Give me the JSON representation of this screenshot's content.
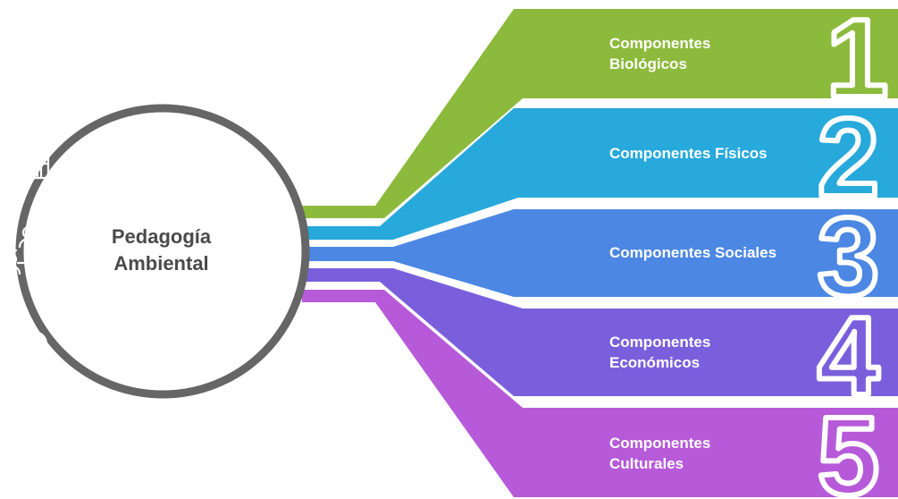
{
  "center": {
    "line1": "Pedagogía",
    "line2": "Ambiental"
  },
  "items": [
    {
      "number": "1",
      "line1": "Componentes",
      "line2": "Biológicos",
      "color": "#8cba3c",
      "icon": "drop-virus-icon"
    },
    {
      "number": "2",
      "line1": "Componentes Físicos",
      "line2": "",
      "color": "#27a9db",
      "icon": "factory-icon"
    },
    {
      "number": "3",
      "line1": "Componentes Sociales",
      "line2": "",
      "color": "#4c87e3",
      "icon": "group-network-icon"
    },
    {
      "number": "4",
      "line1": "Componentes",
      "line2": "Económicos",
      "color": "#7a5fdd",
      "icon": "exchange-icon"
    },
    {
      "number": "5",
      "line1": "Componentes",
      "line2": "Culturales",
      "color": "#b75ad9",
      "icon": "ornament-icon"
    }
  ],
  "colors": {
    "ring": "#666666",
    "text": "#4a4a4a",
    "outline": "#ffffff"
  }
}
